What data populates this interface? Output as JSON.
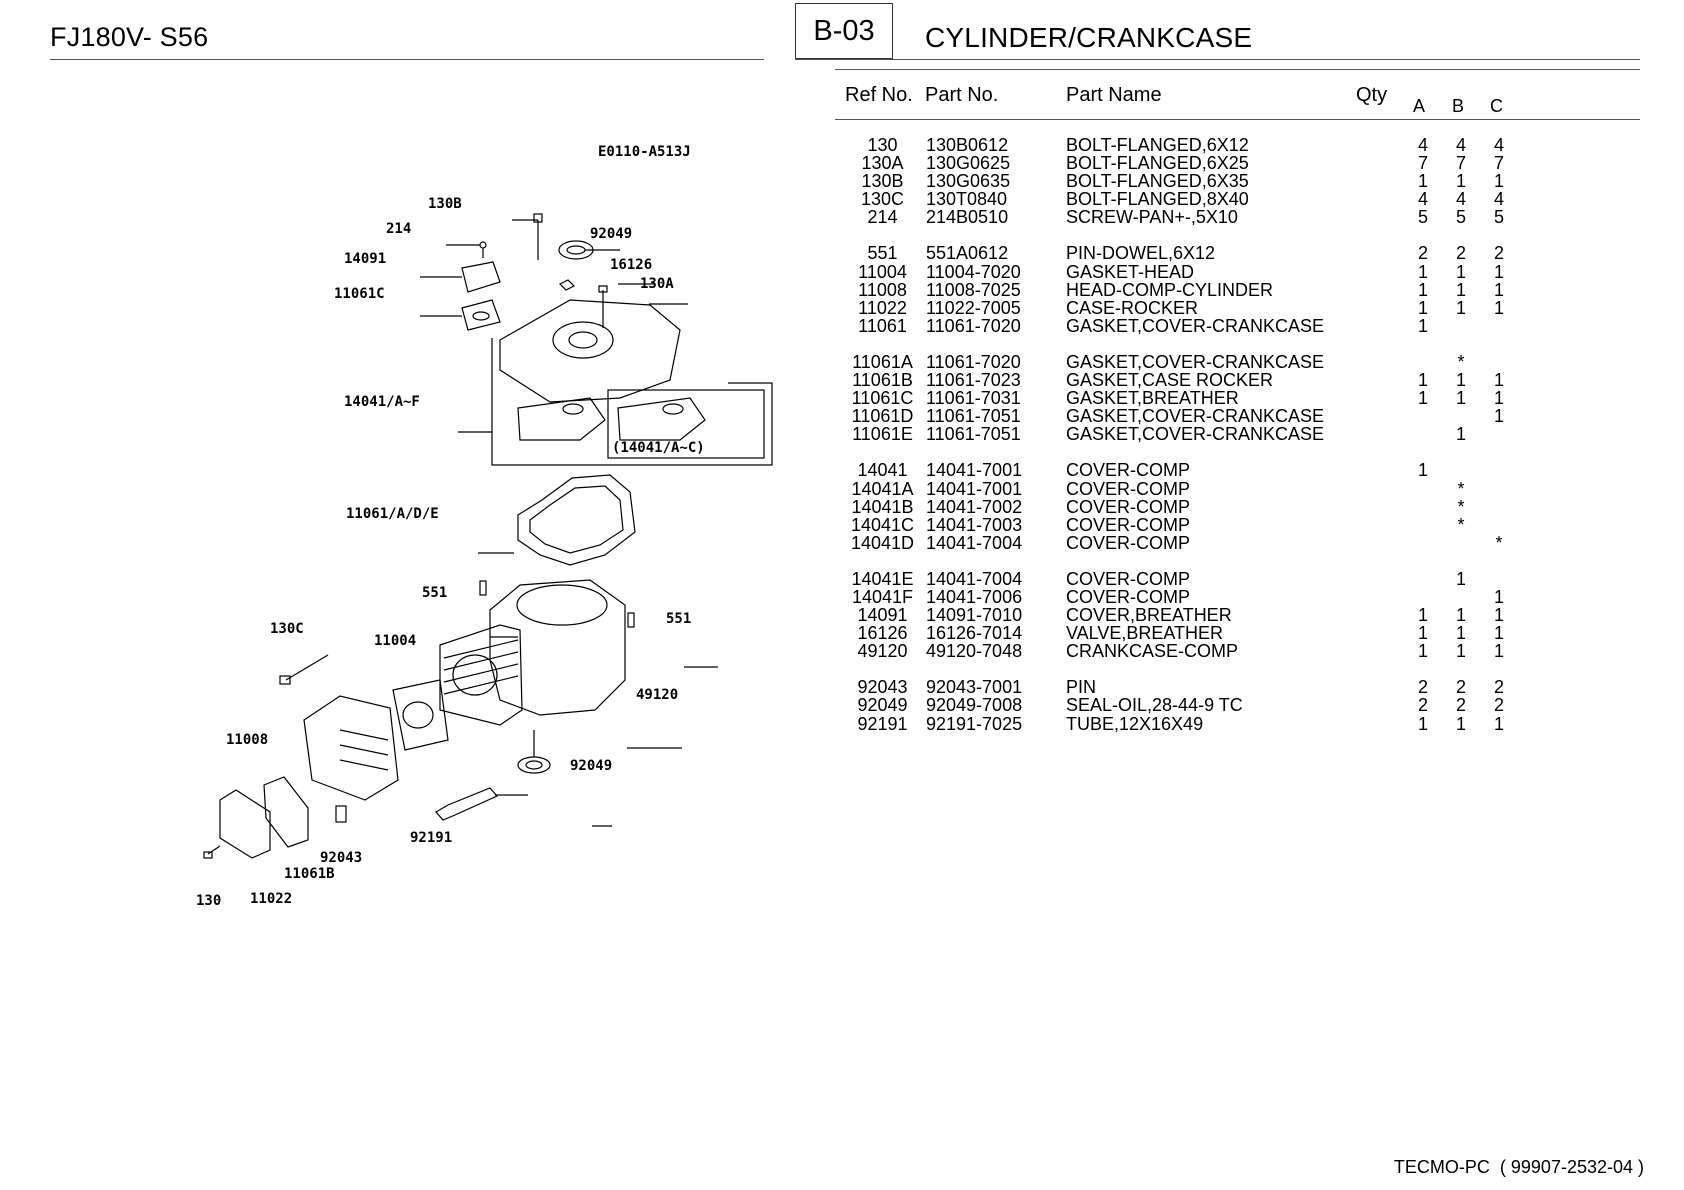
{
  "header": {
    "model": "FJ180V- S56",
    "section_code": "B-03",
    "section_title": "CYLINDER/CRANKCASE"
  },
  "columns": {
    "ref_no": "Ref No.",
    "part_no": "Part No.",
    "part_name": "Part Name",
    "qty": "Qty",
    "a": "A",
    "b": "B",
    "c": "C"
  },
  "diagram": {
    "code": "E0110-A513J",
    "labels": {
      "l130B": "130B",
      "l214": "214",
      "l92049top": "92049",
      "l14091": "14091",
      "l16126": "16126",
      "l11061C": "11061C",
      "l130A": "130A",
      "l14041AF": "14041/A~F",
      "l14041AC": "(14041/A~C)",
      "l11061ADE": "11061/A/D/E",
      "l551left": "551",
      "l551right": "551",
      "l130C": "130C",
      "l11004": "11004",
      "l49120": "49120",
      "l11008": "11008",
      "l92049bot": "92049",
      "l92191": "92191",
      "l92043": "92043",
      "l11061B": "11061B",
      "l130": "130",
      "l11022": "11022"
    }
  },
  "parts_groups": [
    [
      {
        "ref": "130",
        "pn": "130B0612",
        "name": "BOLT-FLANGED,6X12",
        "a": "4",
        "b": "4",
        "c": "4"
      },
      {
        "ref": "130A",
        "pn": "130G0625",
        "name": "BOLT-FLANGED,6X25",
        "a": "7",
        "b": "7",
        "c": "7"
      },
      {
        "ref": "130B",
        "pn": "130G0635",
        "name": "BOLT-FLANGED,6X35",
        "a": "1",
        "b": "1",
        "c": "1"
      },
      {
        "ref": "130C",
        "pn": "130T0840",
        "name": "BOLT-FLANGED,8X40",
        "a": "4",
        "b": "4",
        "c": "4"
      },
      {
        "ref": "214",
        "pn": "214B0510",
        "name": "SCREW-PAN+-,5X10",
        "a": "5",
        "b": "5",
        "c": "5"
      }
    ],
    [
      {
        "ref": "551",
        "pn": "551A0612",
        "name": "PIN-DOWEL,6X12",
        "a": "2",
        "b": "2",
        "c": "2"
      },
      {
        "ref": "11004",
        "pn": "11004-7020",
        "name": "GASKET-HEAD",
        "a": "1",
        "b": "1",
        "c": "1"
      },
      {
        "ref": "11008",
        "pn": "11008-7025",
        "name": "HEAD-COMP-CYLINDER",
        "a": "1",
        "b": "1",
        "c": "1"
      },
      {
        "ref": "11022",
        "pn": "11022-7005",
        "name": "CASE-ROCKER",
        "a": "1",
        "b": "1",
        "c": "1"
      },
      {
        "ref": "11061",
        "pn": "11061-7020",
        "name": "GASKET,COVER-CRANKCASE",
        "a": "1",
        "b": "",
        "c": ""
      }
    ],
    [
      {
        "ref": "11061A",
        "pn": "11061-7020",
        "name": "GASKET,COVER-CRANKCASE",
        "a": "",
        "b": "*",
        "c": ""
      },
      {
        "ref": "11061B",
        "pn": "11061-7023",
        "name": "GASKET,CASE ROCKER",
        "a": "1",
        "b": "1",
        "c": "1"
      },
      {
        "ref": "11061C",
        "pn": "11061-7031",
        "name": "GASKET,BREATHER",
        "a": "1",
        "b": "1",
        "c": "1"
      },
      {
        "ref": "11061D",
        "pn": "11061-7051",
        "name": "GASKET,COVER-CRANKCASE",
        "a": "",
        "b": "",
        "c": "1"
      },
      {
        "ref": "11061E",
        "pn": "11061-7051",
        "name": "GASKET,COVER-CRANKCASE",
        "a": "",
        "b": "1",
        "c": ""
      }
    ],
    [
      {
        "ref": "14041",
        "pn": "14041-7001",
        "name": "COVER-COMP",
        "a": "1",
        "b": "",
        "c": ""
      },
      {
        "ref": "14041A",
        "pn": "14041-7001",
        "name": "COVER-COMP",
        "a": "",
        "b": "*",
        "c": ""
      },
      {
        "ref": "14041B",
        "pn": "14041-7002",
        "name": "COVER-COMP",
        "a": "",
        "b": "*",
        "c": ""
      },
      {
        "ref": "14041C",
        "pn": "14041-7003",
        "name": "COVER-COMP",
        "a": "",
        "b": "*",
        "c": ""
      },
      {
        "ref": "14041D",
        "pn": "14041-7004",
        "name": "COVER-COMP",
        "a": "",
        "b": "",
        "c": "*"
      }
    ],
    [
      {
        "ref": "14041E",
        "pn": "14041-7004",
        "name": "COVER-COMP",
        "a": "",
        "b": "1",
        "c": ""
      },
      {
        "ref": "14041F",
        "pn": "14041-7006",
        "name": "COVER-COMP",
        "a": "",
        "b": "",
        "c": "1"
      },
      {
        "ref": "14091",
        "pn": "14091-7010",
        "name": "COVER,BREATHER",
        "a": "1",
        "b": "1",
        "c": "1"
      },
      {
        "ref": "16126",
        "pn": "16126-7014",
        "name": "VALVE,BREATHER",
        "a": "1",
        "b": "1",
        "c": "1"
      },
      {
        "ref": "49120",
        "pn": "49120-7048",
        "name": "CRANKCASE-COMP",
        "a": "1",
        "b": "1",
        "c": "1"
      }
    ],
    [
      {
        "ref": "92043",
        "pn": "92043-7001",
        "name": "PIN",
        "a": "2",
        "b": "2",
        "c": "2"
      },
      {
        "ref": "92049",
        "pn": "92049-7008",
        "name": "SEAL-OIL,28-44-9 TC",
        "a": "2",
        "b": "2",
        "c": "2"
      },
      {
        "ref": "92191",
        "pn": "92191-7025",
        "name": "TUBE,12X16X49",
        "a": "1",
        "b": "1",
        "c": "1"
      }
    ]
  ],
  "footer": {
    "text": "TECMO-PC  ( 99907-2532-04 )"
  }
}
